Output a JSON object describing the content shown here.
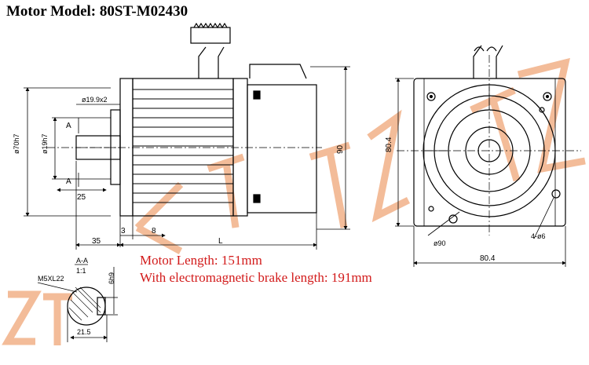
{
  "title": "Motor Model: 80ST-M02430",
  "notes": {
    "length": "Motor Length: 151mm",
    "brake": "With electromagnetic brake length: 191mm"
  },
  "watermark": "ZT ZT TZ TZ",
  "colors": {
    "line": "#000000",
    "note": "#d21a1a",
    "watermark": "#f2b58f"
  },
  "side_view": {
    "dims": {
      "phi_outer": "ø70h7",
      "phi_shaft": "ø19h7",
      "bolt": "ø19.9x2",
      "key_len": "25",
      "shaft_len": "35",
      "flange": "3",
      "pilot": "8",
      "length": "L",
      "height": "90",
      "section_a_top": "A",
      "section_a_bot": "A"
    }
  },
  "front_view": {
    "dims": {
      "height": "80.4",
      "width": "80.4",
      "pcd": "ø90",
      "holes": "4-ø6"
    }
  },
  "section": {
    "label": "A-A",
    "scale": "1:1",
    "thread": "M5XL22",
    "key_w": "6h9",
    "depth": "21.5"
  }
}
